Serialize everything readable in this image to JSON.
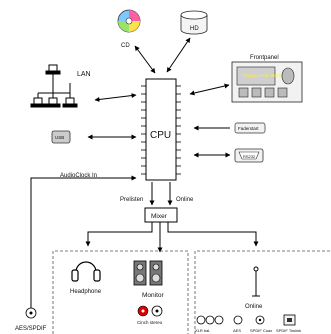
{
  "labels": {
    "cd": "CD",
    "hd": "HD",
    "frontpanel": "Frontpanel",
    "frontpanel_display": "Playing Hello World",
    "lan": "LAN",
    "usb": "USB",
    "cpu": "CPU",
    "faderstart": "Faderstart",
    "rs232": "RS232",
    "audioclock_in": "AudioClock In",
    "prelisten": "Prelisten",
    "online_top": "Online",
    "mixer": "Mixer",
    "headphone": "Headphone",
    "monitor": "Monitor",
    "cinch_stereo": "Cinch stereo",
    "online_bottom": "Online",
    "aes_spdif": "AES/SPDIF",
    "bottom_connectors": [
      "XLR bal.",
      "AES",
      "SPDIF Coax",
      "SPDIF Toslink"
    ]
  },
  "colors": {
    "accent_display": "#ffee33",
    "panel_display_bg": "#dddddd",
    "cinch_red": "#dd0000",
    "line": "#000000",
    "dashed": "#555555"
  }
}
